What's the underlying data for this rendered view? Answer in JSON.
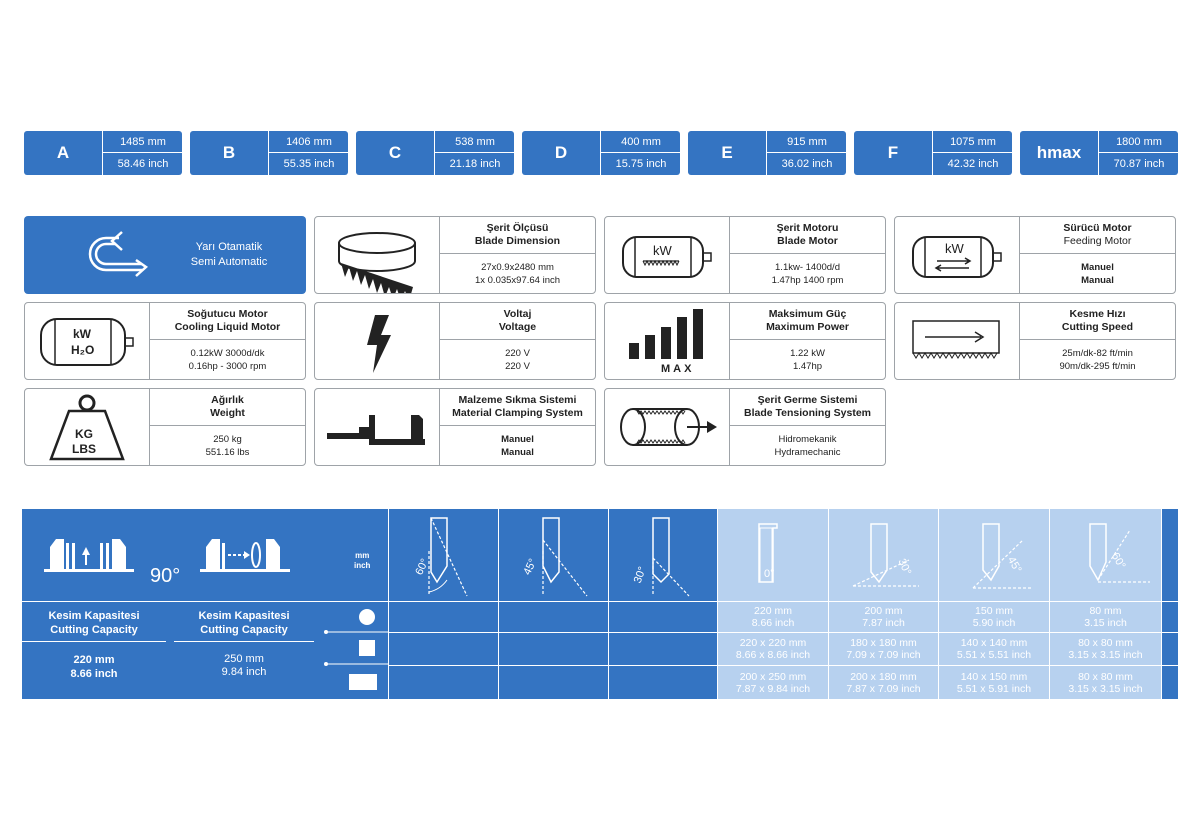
{
  "dimensions": [
    {
      "letter": "A",
      "mm": "1485 mm",
      "inch": "58.46 inch"
    },
    {
      "letter": "B",
      "mm": "1406 mm",
      "inch": "55.35 inch"
    },
    {
      "letter": "C",
      "mm": "538 mm",
      "inch": "21.18 inch"
    },
    {
      "letter": "D",
      "mm": "400 mm",
      "inch": "15.75 inch"
    },
    {
      "letter": "E",
      "mm": "915 mm",
      "inch": "36.02 inch"
    },
    {
      "letter": "F",
      "mm": "1075 mm",
      "inch": "42.32 inch"
    },
    {
      "letter": "hmax",
      "mm": "1800 mm",
      "inch": "70.87 inch"
    }
  ],
  "semi_auto": {
    "line1": "Yarı Otamatik",
    "line2": "Semi Automatic"
  },
  "specs": {
    "blade_dimension": {
      "t1": "Şerit Ölçüsü",
      "t2": "Blade Dimension",
      "v1": "27x0.9x2480 mm",
      "v2": "1x 0.035x97.64 inch"
    },
    "blade_motor": {
      "t1": "Şerit Motoru",
      "t2": "Blade Motor",
      "v1": "1.1kw- 1400d/d",
      "v2": "1.47hp 1400 rpm",
      "icon_text": "kW"
    },
    "feeding_motor": {
      "t1": "Sürücü Motor",
      "t2": "Feeding Motor",
      "v1": "Manuel",
      "v2": "Manual",
      "icon_text": "kW"
    },
    "cooling_motor": {
      "t1": "Soğutucu Motor",
      "t2": "Cooling Liquid Motor",
      "v1": "0.12kW 3000d/dk",
      "v2": "0.16hp - 3000 rpm",
      "icon_text1": "kW",
      "icon_text2": "H₂O"
    },
    "voltage": {
      "t1": "Voltaj",
      "t2": "Voltage",
      "v1": "220 V",
      "v2": "220 V"
    },
    "max_power": {
      "t1": "Maksimum Güç",
      "t2": "Maximum Power",
      "v1": "1.22 kW",
      "v2": "1.47hp",
      "icon_text": "MAX"
    },
    "cutting_speed": {
      "t1": "Kesme Hızı",
      "t2": "Cutting Speed",
      "v1": "25m/dk-82 ft/min",
      "v2": "90m/dk-295 ft/min"
    },
    "weight": {
      "t1": "Ağırlık",
      "t2": "Weight",
      "v1": "250 kg",
      "v2": "551.16 lbs",
      "icon_text1": "KG",
      "icon_text2": "LBS"
    },
    "clamping": {
      "t1": "Malzeme Sıkma Sistemi",
      "t2": "Material Clamping System",
      "v1": "Manuel",
      "v2": "Manual"
    },
    "tensioning": {
      "t1": "Şerit Germe Sistemi",
      "t2": "Blade Tensioning System",
      "v1": "Hidromekanik",
      "v2": "Hydramechanic"
    }
  },
  "capacity": {
    "angle_label": "90°",
    "unit1": "mm",
    "unit2": "inch",
    "left": {
      "t1": "Kesim Kapasitesi",
      "t2": "Cutting Capacity",
      "v1": "220 mm",
      "v2": "8.66 inch"
    },
    "right": {
      "t1": "Kesim Kapasitesi",
      "t2": "Cutting Capacity",
      "v1": "250 mm",
      "v2": "9.84 inch"
    },
    "dark_angles": [
      "60°",
      "45°",
      "30°"
    ],
    "light_angles": [
      "0°",
      "30°",
      "45°",
      "60°"
    ],
    "rows": [
      {
        "shape": "round",
        "cells": [
          [
            "220 mm",
            "8.66 inch"
          ],
          [
            "200 mm",
            "7.87 inch"
          ],
          [
            "150 mm",
            "5.90 inch"
          ],
          [
            "80 mm",
            "3.15 inch"
          ]
        ]
      },
      {
        "shape": "square",
        "cells": [
          [
            "220 x 220 mm",
            "8.66 x 8.66 inch"
          ],
          [
            "180 x 180 mm",
            "7.09 x 7.09  inch"
          ],
          [
            "140 x 140 mm",
            "5.51 x 5.51 inch"
          ],
          [
            "80 x 80 mm",
            "3.15 x 3.15  inch"
          ]
        ]
      },
      {
        "shape": "rectangle",
        "cells": [
          [
            "200 x 250 mm",
            "7.87 x 9.84 inch"
          ],
          [
            "200 x 180 mm",
            "7.87 x 7.09 inch"
          ],
          [
            "140 x 150 mm",
            "5.51 x 5.91 inch"
          ],
          [
            "80 x 80 mm",
            "3.15 x 3.15  inch"
          ]
        ]
      }
    ]
  },
  "colors": {
    "primary": "#3474c2",
    "light": "#b7d1ef",
    "border": "#9ea3a8"
  }
}
